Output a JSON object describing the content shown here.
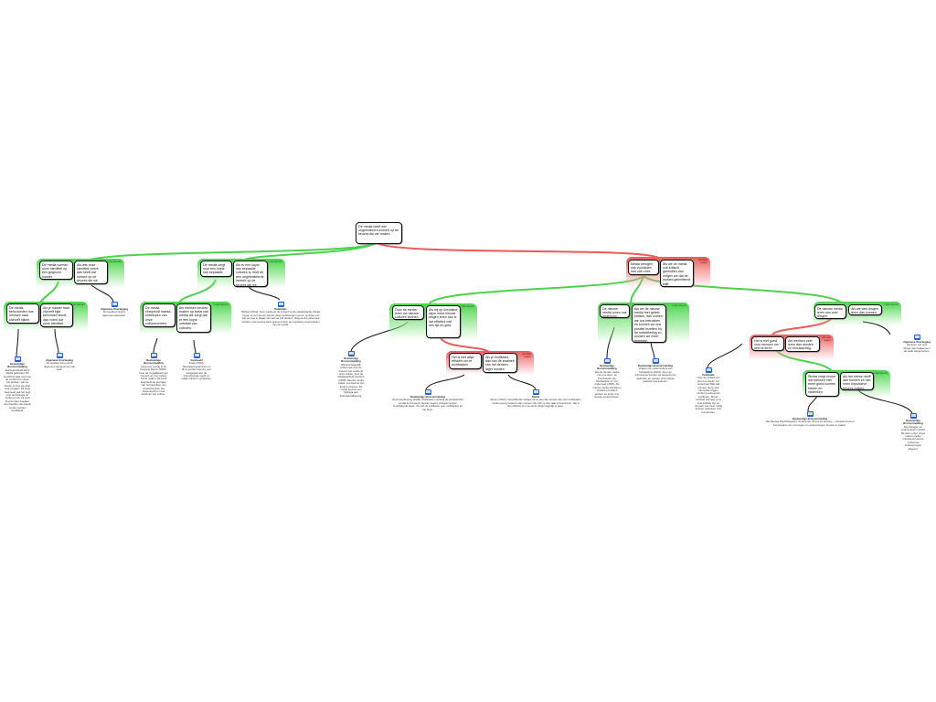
{
  "colors": {
    "support": "#4cd24c",
    "oppose": "#ec5a5a",
    "line": "#111111"
  },
  "labels": {
    "support": "ondersteunt",
    "oppose": "spreekt tegen"
  },
  "root": {
    "text": "De media heeft een ongelimiteerd invloed op de keuzes die we maken."
  },
  "groups": [
    {
      "id": "g1",
      "type": "support",
      "boxes": [
        "De media vormen onze identiteit op een gegeven manier.",
        "Als iets onze identiteit vormt, dan heeft dat invloed op de keuzes die we maken."
      ]
    },
    {
      "id": "g1a",
      "type": "support",
      "boxes": [
        "De media beïnvloeden hoe mensen naar zichzelf kijken.",
        "Als je manier naar zichzelf kijkt beïnvloed wordt, dan vormt dat onze identiteit."
      ]
    },
    {
      "id": "g2",
      "type": "support",
      "boxes": [
        "De media zorgt voor een kopie van bepaalde culturen.",
        "Als er een kopie van bepaalde culturen is, leidt dit een ongelimiteerde invloed op de keuzes die we maken."
      ]
    },
    {
      "id": "g2a",
      "type": "support",
      "boxes": [
        "De media verspreidt massa-ontwerpen van onze cultuurvormen.",
        "Als mensen keuzes maken op basis van media die zorgt dat er een kopie ontstaat van culturen."
      ]
    },
    {
      "id": "g3",
      "type": "oppose",
      "boxes": [
        "Media brengen ook voordelen met zich mee.",
        "Als we de media ook kritisch gebruiken dan zorgen we dat de invloed gelimiteerd blijft."
      ]
    },
    {
      "id": "g3a",
      "type": "support",
      "boxes": [
        "Door de media leren we nieuwe culturen kennen.",
        "Als wij op simultane wijze meer nieuwe dingen leren dan is dat efficiënt met ons tijd en geld."
      ]
    },
    {
      "id": "g3b",
      "type": "oppose",
      "boxes": [
        "Het is niet altijd efficiënt om te multitasken.",
        "Als je multitaskt, dan kan de kwaliteit van het denken lager worden."
      ]
    },
    {
      "id": "g3c",
      "type": "support",
      "boxes": [
        "De nieuwe media tonen ons andersom.",
        "Als we de nieuwe media met geleid kritisch, dan voelen we ons betrokken en kunnen we ons positief inzetten bij de ontwikkeling en worden we meer gewezen."
      ]
    },
    {
      "id": "g3d",
      "type": "support",
      "boxes": [
        "De nieuwe media leren ons veel dingen.",
        "Als we veel dingen leren dan kunnen we meer doen."
      ]
    },
    {
      "id": "g3e",
      "type": "oppose",
      "boxes": [
        "Het is niet goed voor mensen om veel te leren.",
        "Als mensen veel leren dan worden ze zenuwachtig."
      ]
    },
    {
      "id": "g3f",
      "type": "support",
      "boxes": [
        "Stress zorgt ervoor dat mensen niet meer goed kunnen kiezen en nadenken.",
        "Als het stress heeft dan kunnen ze niet meer impulsieve keuzes maken."
      ]
    }
  ],
  "sources": [
    {
      "id": "s1",
      "title": "Deskundige Bronvermelding",
      "text": "Jaarboek Media 2014: Media gebruiken Dit hoofdstuk gaat over hoe de media ons manier van denken, wat we kiezen en hoe we daar mee omgaan. Dit boek bespreekt wat het zegt over technologie en media en hoe wij onze keuzes laten bepalen door beelden die steeds verder worden ontwikkeld."
    },
    {
      "id": "s2",
      "title": "Algemene Overtuiging",
      "text": "De beeldvorming wordt algemeen aangenomen als waar."
    },
    {
      "id": "s3",
      "title": "Algemene Overtuiging",
      "text": "De beeldvorming is algemeen aanvaard."
    },
    {
      "id": "s4",
      "title": "Deskundige Bronvermelding",
      "text": "Lawrence Lessig in de blogpost Remix (2008): Over de mogelijkheid van mensen om hun cultuur zelf te maken. Dit boek bespreekt de gevolgen van het beperken van creativiteit door het auteursrecht en het kopiëren van cultuur."
    },
    {
      "id": "s5",
      "title": "Voorbeeld",
      "text": "Zoals (2013): Televisieprogramma's en films worden steeds meer aangepast aan de internationale markt en lokale culturen verdwijnen."
    },
    {
      "id": "s6",
      "title": "Publicatie",
      "text": "Mitchell (2012): Over media en de invloed op de maatschappij. Media zorgen ervoor dat we steeds vaker beslissingen nemen op basis van wat we zien in plaats van wat we zelf denken. Volgens dit onderzoek worden onze keuzes sterk gestuurd door de cognitieve vooroordelen van de media."
    },
    {
      "id": "s7",
      "title": "Deskundige Bronvermelding",
      "text": "Wetenschappelijk onderzoek over de invloed van media op onze cultuur, door de Mediawijsheid Centrum (2009): Nieuwe media maken ons bewust van andere culturen. De media leveren een bijdrage aan internationalisering."
    },
    {
      "id": "s8",
      "title": "Deskundige Bronvermelding",
      "text": "Neuropsycholoog (2008): Multitasken verlaagt de productiviteit omdat de hersenen steeds moeten wisselen tussen verschillende taken. Zie ook de publicatie over multitasken en het brein."
    },
    {
      "id": "s9",
      "title": "Studie",
      "text": "Rosen (2012): Verschillende studies tonen aan dat mensen die veel multitasken minder goed presteren dan mensen die zich op één taak concentreren. Het is niet efficiënt om meerdere dingen tegelijk te doen."
    },
    {
      "id": "s10",
      "title": "Deskundige Bronvermelding",
      "text": "Wat de nieuwe media met ons doen: de Kennisbank van Mediawijzer en het onderzoek (2009). De nieuwe media stimuleren creatief en kritisch denken en tonen ons nieuwe perspectieven."
    },
    {
      "id": "s11",
      "title": "Deskundige Bronvermelding",
      "text": "Volgens de onderzoekers van Mediawijzer (2010): Door de technologie worden we aangezet tot nadenken en worden onze ideeën gedeeld met anderen."
    },
    {
      "id": "s12",
      "title": "Publicatie",
      "text": "Over de invloed van leren op stress: Uit onderzoek blijkt dat mensen die te veel informatie krijgen minder goed kunnen beslissen. Stress ontstaat wanneer er te veel prikkels zijn en mensen niet meer rustig kunnen nadenken over hun keuzes."
    },
    {
      "id": "s13",
      "title": "Deskundige Bronvermelding",
      "text": "Het Nieuwe Psychologische Onderzoek: Stress en keuzes — stresshormonen beïnvloeden ons vermogen om weloverwogen keuzes te maken."
    },
    {
      "id": "s14",
      "title": "Deskundige Bronvermelding",
      "text": "Psychologen en onderzoekers (2010): Mensen onder stress maken sneller impulsieve keuzes omdat het denkvermogen afneemt."
    },
    {
      "id": "s15",
      "title": "Algemene Overtuiging",
      "text": "Het leren van veel dingen wordt algemeen als waar aangenomen."
    }
  ]
}
